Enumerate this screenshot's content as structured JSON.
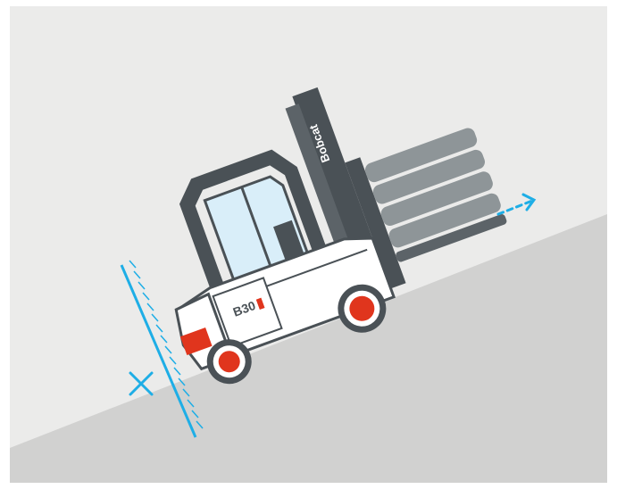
{
  "illustration": {
    "brand_label": "Bobcat",
    "model_label": "B30",
    "colors": {
      "background": "#ebebea",
      "slope": "#d1d1d0",
      "frame": "#ffffff",
      "wall_line": "#1eaee6",
      "push_arrow": "#1eaee6",
      "wheel_tire": "#4a5156",
      "wheel_hub": "#e0351d",
      "body": "#ffffff",
      "body_outline": "#4a5156",
      "cab_glass": "#d9eef9",
      "mast": "#4a5156",
      "fork_load": "#8e9598",
      "counterweight_accent": "#e0351d"
    },
    "markers": {
      "cross_icon": "x-mark",
      "arrow_icon": "dashed-arrow-up-right"
    }
  }
}
